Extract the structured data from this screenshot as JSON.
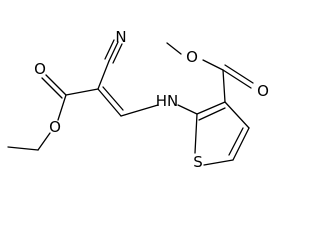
{
  "molecule": {
    "atoms": {
      "nitrile_n": "N",
      "ester_o_carbonyl_left": "O",
      "ester_o_ether_left": "O",
      "amine_nh": "HN",
      "ester_o_methoxy_right": "O",
      "ester_o_carbonyl_right": "O",
      "thiophene_s": "S"
    }
  },
  "colors": {
    "bond": "#000000",
    "label": "#000000",
    "background": "#ffffff"
  }
}
